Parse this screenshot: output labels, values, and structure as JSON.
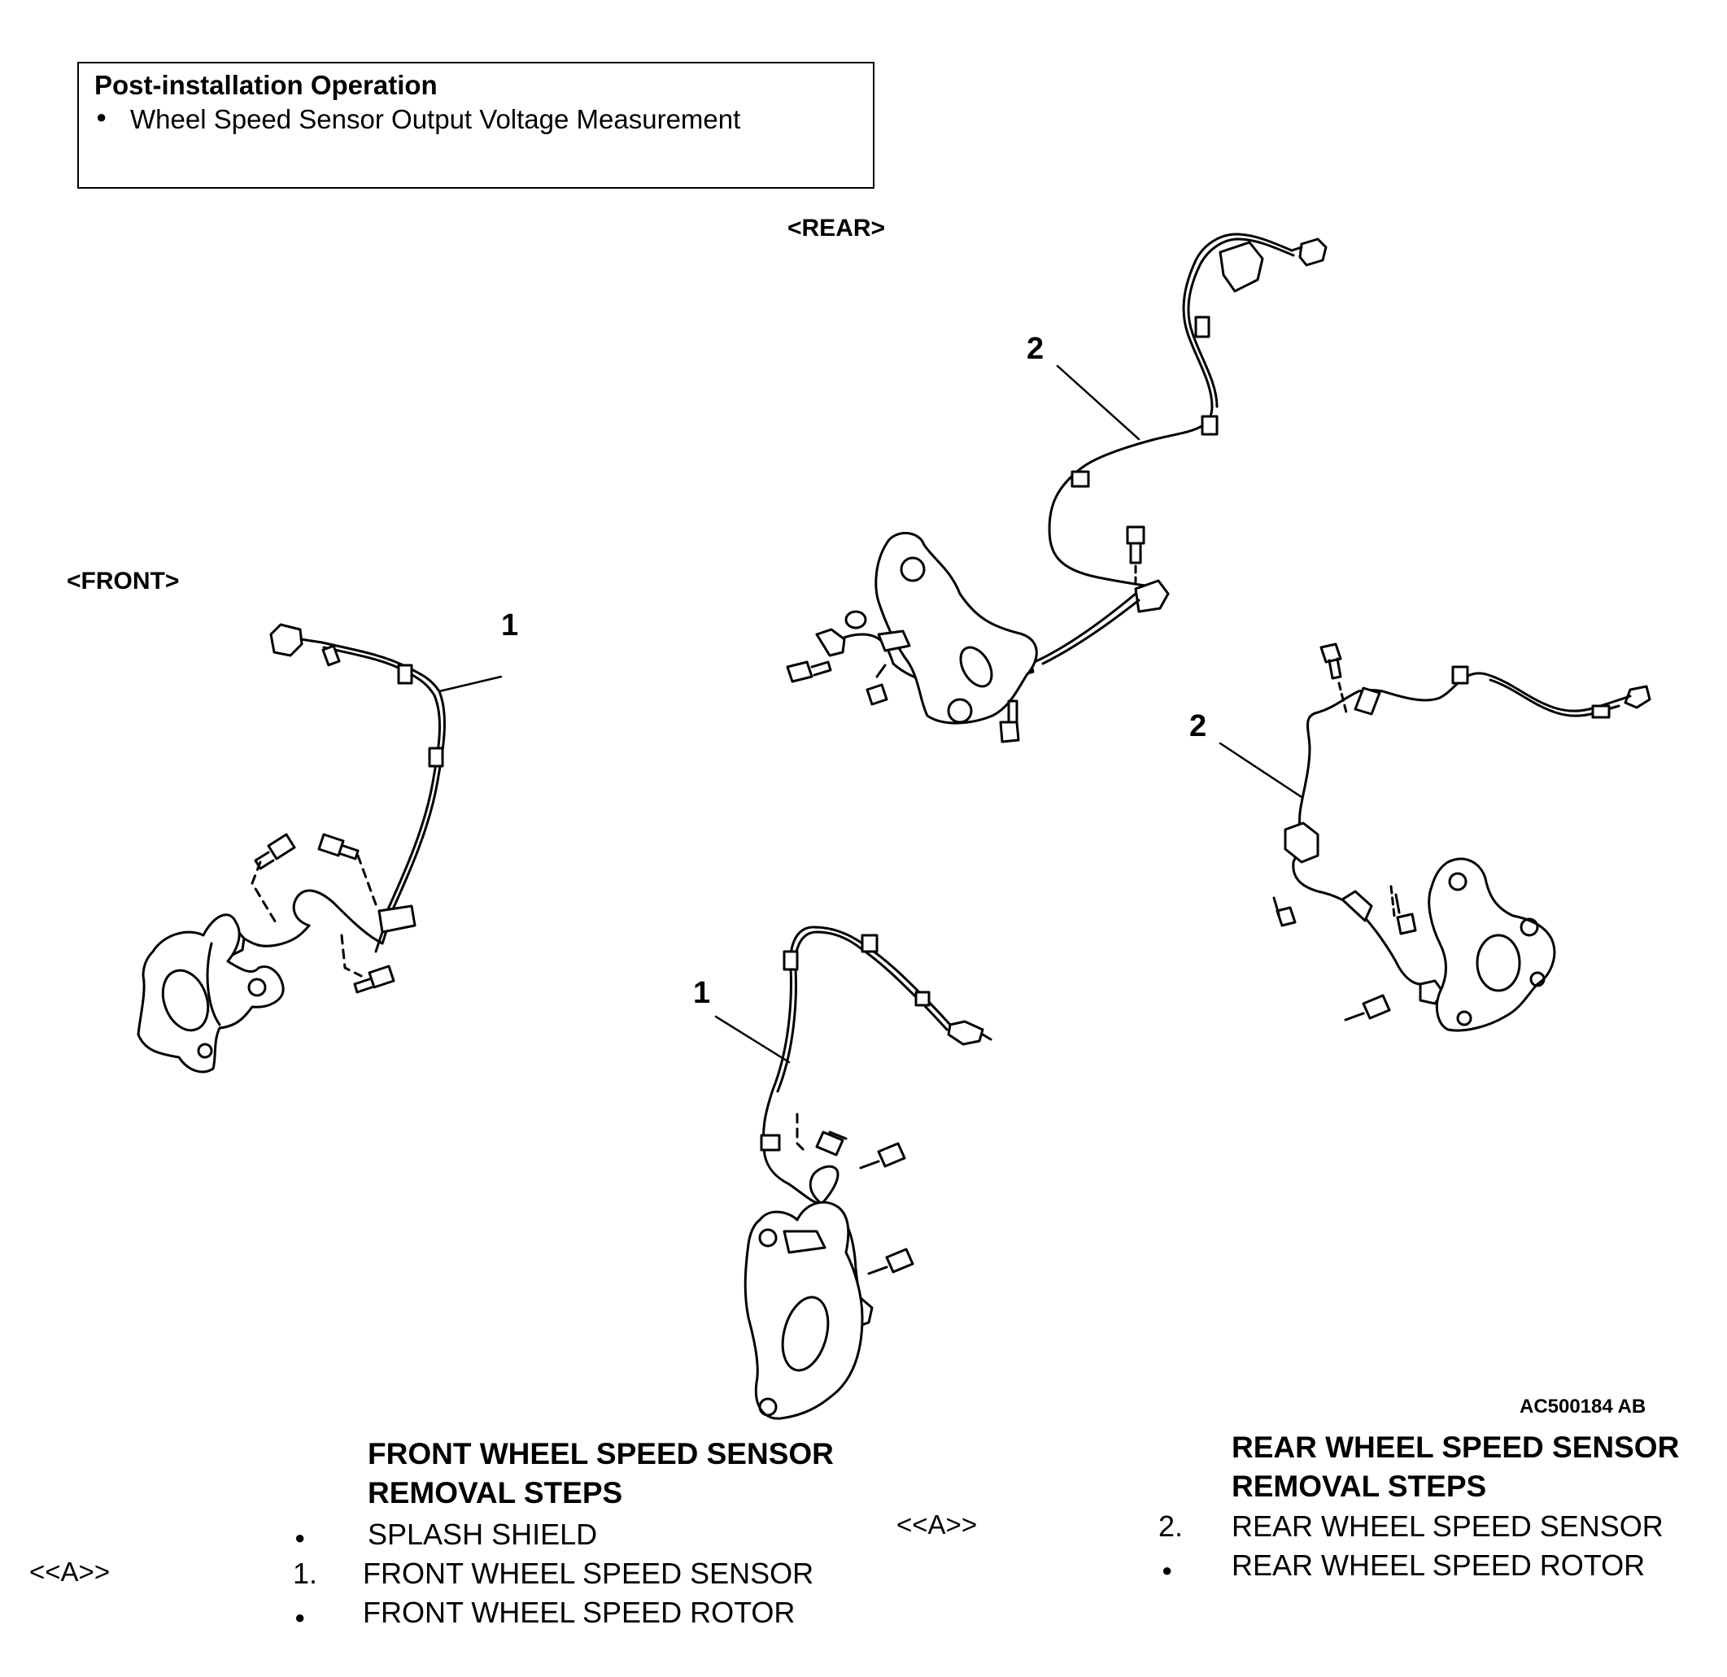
{
  "post_installation": {
    "title": "Post-installation Operation",
    "items": [
      "Wheel Speed Sensor Output Voltage Measurement"
    ]
  },
  "views": {
    "rear_label": "<REAR>",
    "front_label": "<FRONT>"
  },
  "callouts": {
    "front_sensor_left": "1",
    "front_sensor_center": "1",
    "rear_sensor_top": "2",
    "rear_sensor_right": "2"
  },
  "figure_code": "AC500184 AB",
  "front_steps": {
    "heading_line1": "FRONT WHEEL SPEED SENSOR",
    "heading_line2": "REMOVAL STEPS",
    "note_mark": "<<A>>",
    "steps": [
      {
        "number": "",
        "label": "SPLASH SHIELD"
      },
      {
        "number": "1.",
        "label": "FRONT WHEEL SPEED SENSOR"
      },
      {
        "number": "",
        "label": "FRONT WHEEL SPEED ROTOR"
      }
    ]
  },
  "rear_steps": {
    "heading_line1": "REAR WHEEL SPEED SENSOR",
    "heading_line2": "REMOVAL STEPS",
    "note_mark": "<<A>>",
    "steps": [
      {
        "number": "2.",
        "label": "REAR WHEEL SPEED SENSOR"
      },
      {
        "number": "",
        "label": "REAR WHEEL SPEED ROTOR"
      }
    ]
  }
}
